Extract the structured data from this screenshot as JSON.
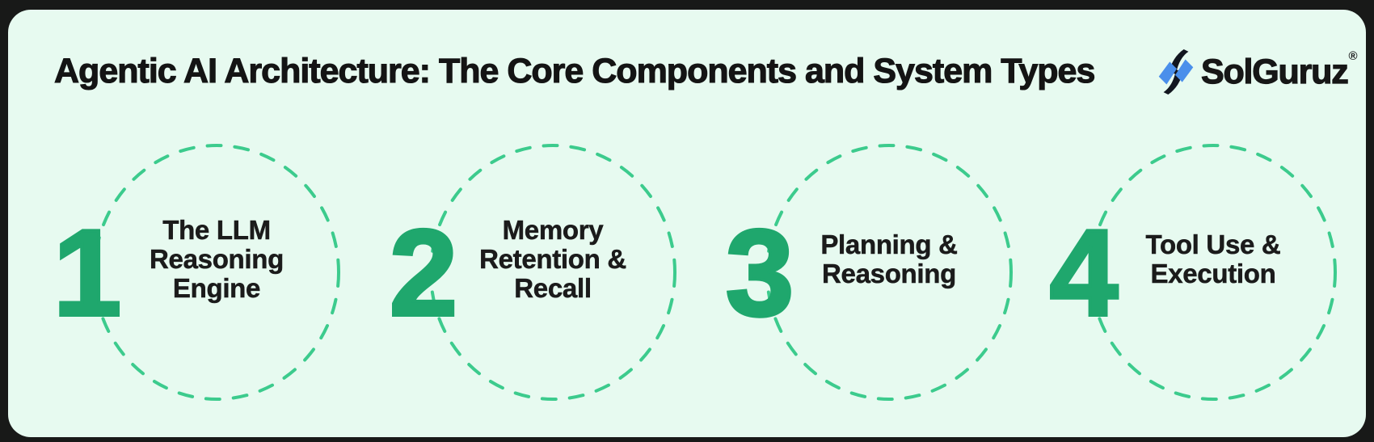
{
  "title": "Agentic AI Architecture: The Core Components and System Types",
  "logo": {
    "name": "SolGuruz",
    "registered": "®",
    "icon": "solguruz-logomark-icon"
  },
  "items": [
    {
      "number": "1",
      "label": "The LLM\nReasoning\nEngine"
    },
    {
      "number": "2",
      "label": "Memory\nRetention &\nRecall"
    },
    {
      "number": "3",
      "label": "Planning &\nReasoning"
    },
    {
      "number": "4",
      "label": "Tool Use &\nExecution"
    }
  ],
  "colors": {
    "frame_dark": "#181918",
    "card_bg": "#e7faf0",
    "title_text": "#141414",
    "label_text": "#1b1b1b",
    "number_green": "#1fa76d",
    "dash_green": "#3ccb8d",
    "logo_blue": "#4a8feb",
    "logo_dark": "#12161f",
    "logo_text": "#171717"
  }
}
